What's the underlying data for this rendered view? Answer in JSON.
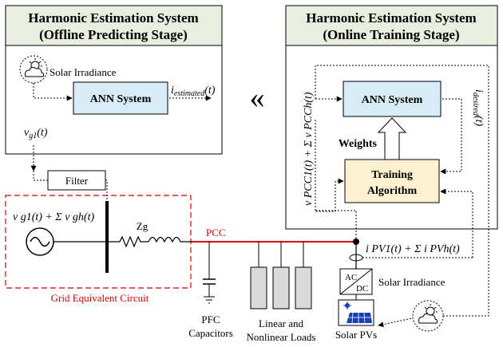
{
  "offline_panel": {
    "title_line1": "Harmonic Estimation System",
    "title_line2": "(Offline Predicting Stage)",
    "solar_label": "Solar Irradiance",
    "ann_label": "ANN System",
    "output_signal": "i",
    "output_subscript": "estimated",
    "output_arg": "(t)",
    "input_signal": "v",
    "input_subscript": "g1",
    "input_arg": "(t)"
  },
  "online_panel": {
    "title_line1": "Harmonic Estimation System",
    "title_line2": "(Online Training Stage)",
    "ann_label": "ANN System",
    "weights_label": "Weights",
    "training_line1": "Training",
    "training_line2": "Algorithm",
    "desired_signal": "i",
    "desired_subscript": "desired",
    "desired_arg": "(t)",
    "pcc_voltage_label": "v PCC1(t) + Σ v PCCh(t)"
  },
  "transfer_symbol": "«",
  "grid": {
    "filter_label": "Filter",
    "source_label": "v g1(t) + Σ v gh(t)",
    "impedance_label": "Zg",
    "pcc_label": "PCC",
    "circuit_label": "Grid Equivalent Circuit"
  },
  "loads": {
    "pfc_line1": "PFC",
    "pfc_line2": "Capacitors",
    "loads_line1": "Linear and",
    "loads_line2": "Nonlinear Loads"
  },
  "pv": {
    "current_label": "i PV1(t) + Σ i PVh(t)",
    "inverter_top": "AC",
    "inverter_bottom": "DC",
    "solar_label": "Solar Irradiance",
    "pv_label": "Solar PVs"
  },
  "colors": {
    "panel_header": "#e8efdf",
    "ann_fill": "#d8ecf5",
    "training_fill": "#fdf2cf",
    "pcc_line": "#d40000",
    "pv_blue": "#1a3fb5"
  }
}
